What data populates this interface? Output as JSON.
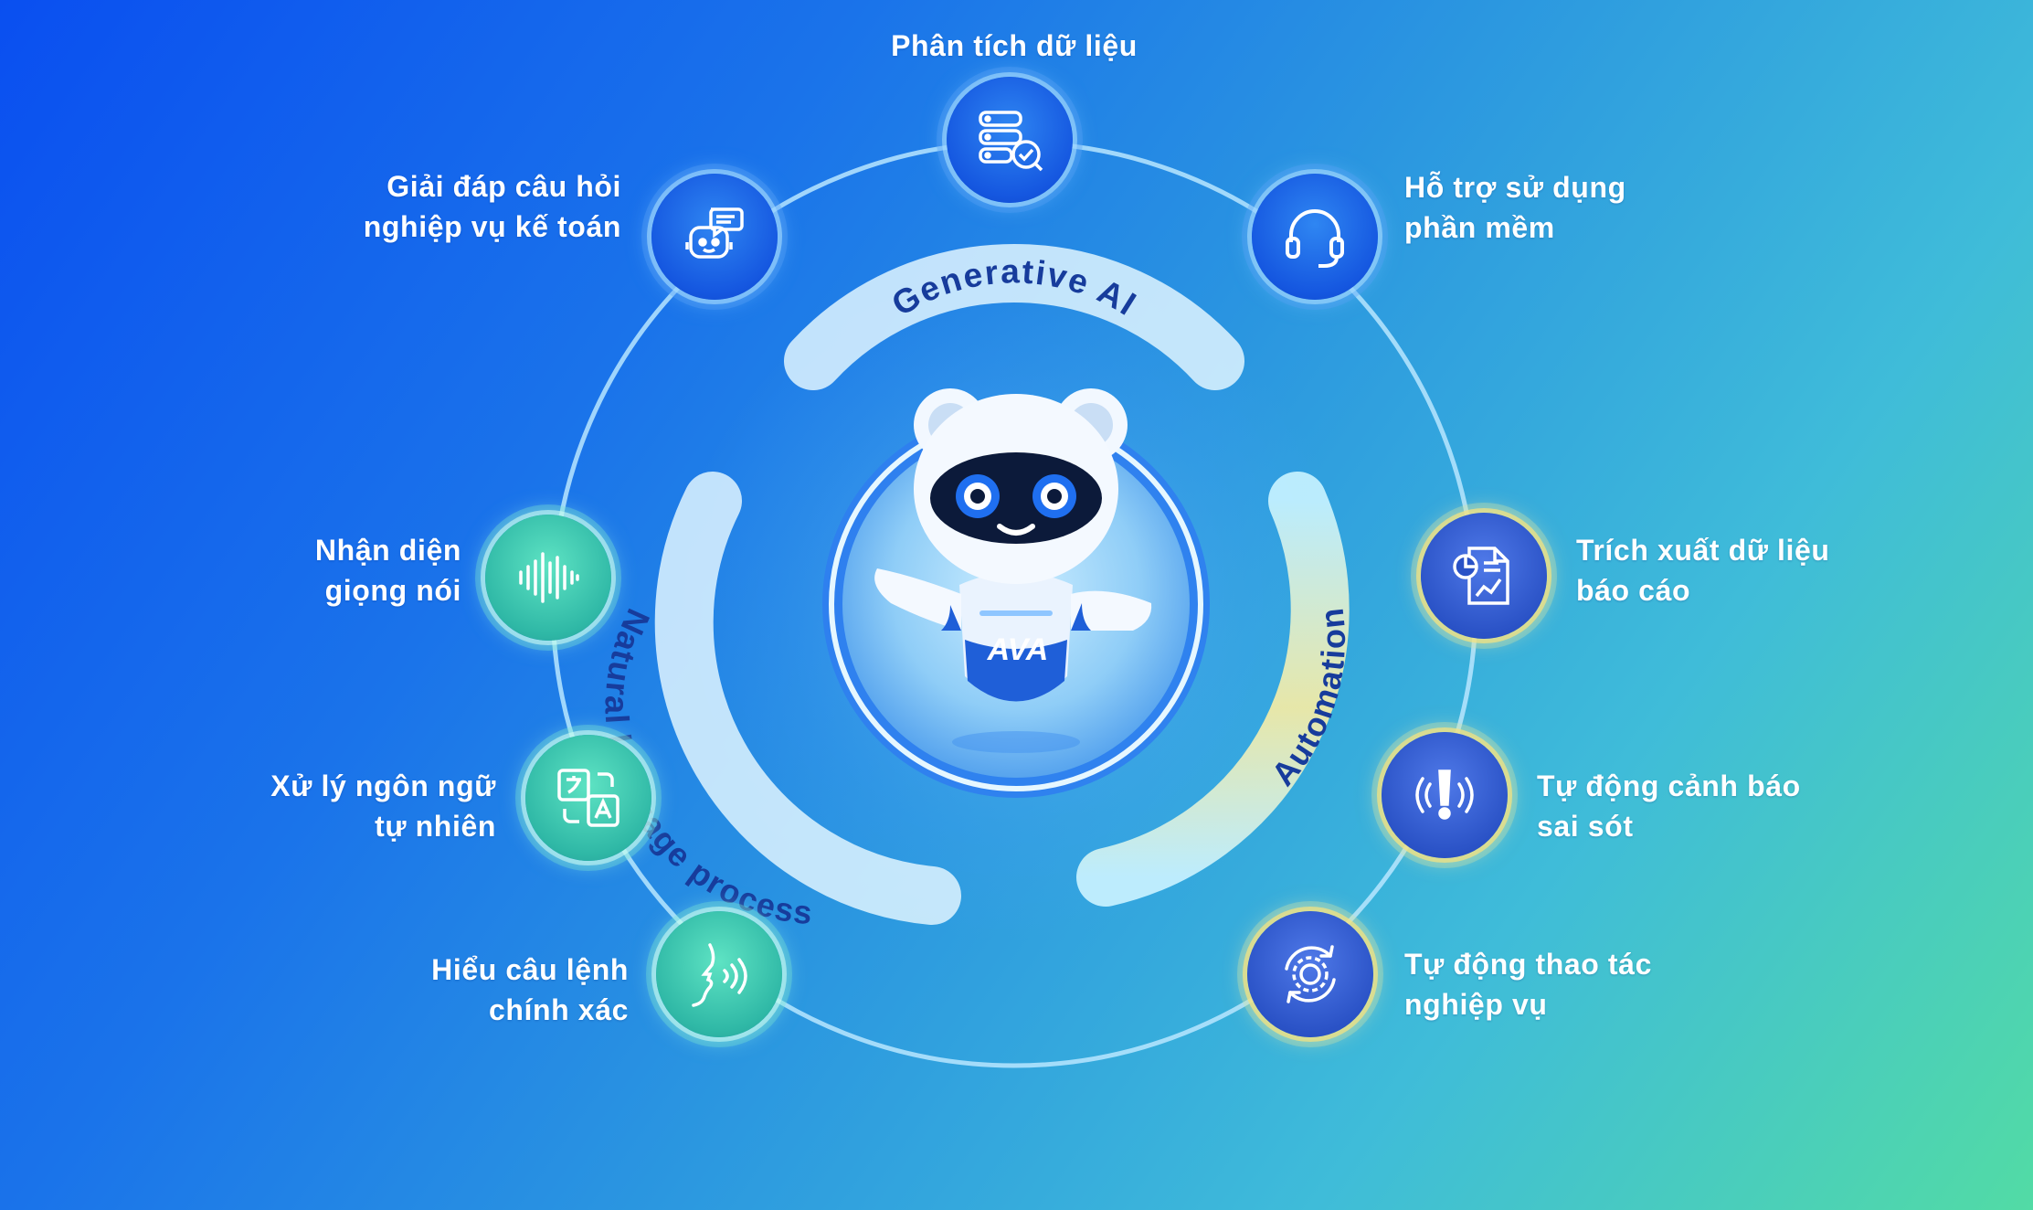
{
  "center": {
    "arc_top_label": "Generative AI",
    "arc_left_label": "Natural language process",
    "arc_right_label": "Automation",
    "robot_badge": "AVA"
  },
  "features": {
    "top": {
      "line1": "Phân tích dữ liệu",
      "icon": "data-analysis-icon"
    },
    "upper_left": {
      "line1": "Giải đáp câu hỏi",
      "line2": "nghiệp vụ kế toán",
      "icon": "chatbot-icon"
    },
    "upper_right": {
      "line1": "Hỗ trợ sử dụng",
      "line2": "phần mềm",
      "icon": "headset-icon"
    },
    "left_1": {
      "line1": "Nhận diện",
      "line2": "giọng nói",
      "icon": "voice-wave-icon"
    },
    "left_2": {
      "line1": "Xử lý ngôn ngữ",
      "line2": "tự nhiên",
      "icon": "translate-icon"
    },
    "left_3": {
      "line1": "Hiểu câu lệnh",
      "line2": "chính xác",
      "icon": "speaking-face-icon"
    },
    "right_1": {
      "line1": "Trích xuất dữ liệu",
      "line2": "báo cáo",
      "icon": "report-chart-icon"
    },
    "right_2": {
      "line1": "Tự động cảnh báo",
      "line2": "sai sót",
      "icon": "alert-signal-icon"
    },
    "right_3": {
      "line1": "Tự động thao tác",
      "line2": "nghiệp vụ",
      "icon": "gear-cycle-icon"
    }
  },
  "colors": {
    "blue_node": "#1557e0",
    "green_node": "#2fb8a6",
    "gold_ring": "#f2e182",
    "arc_text": "#173c9c"
  }
}
